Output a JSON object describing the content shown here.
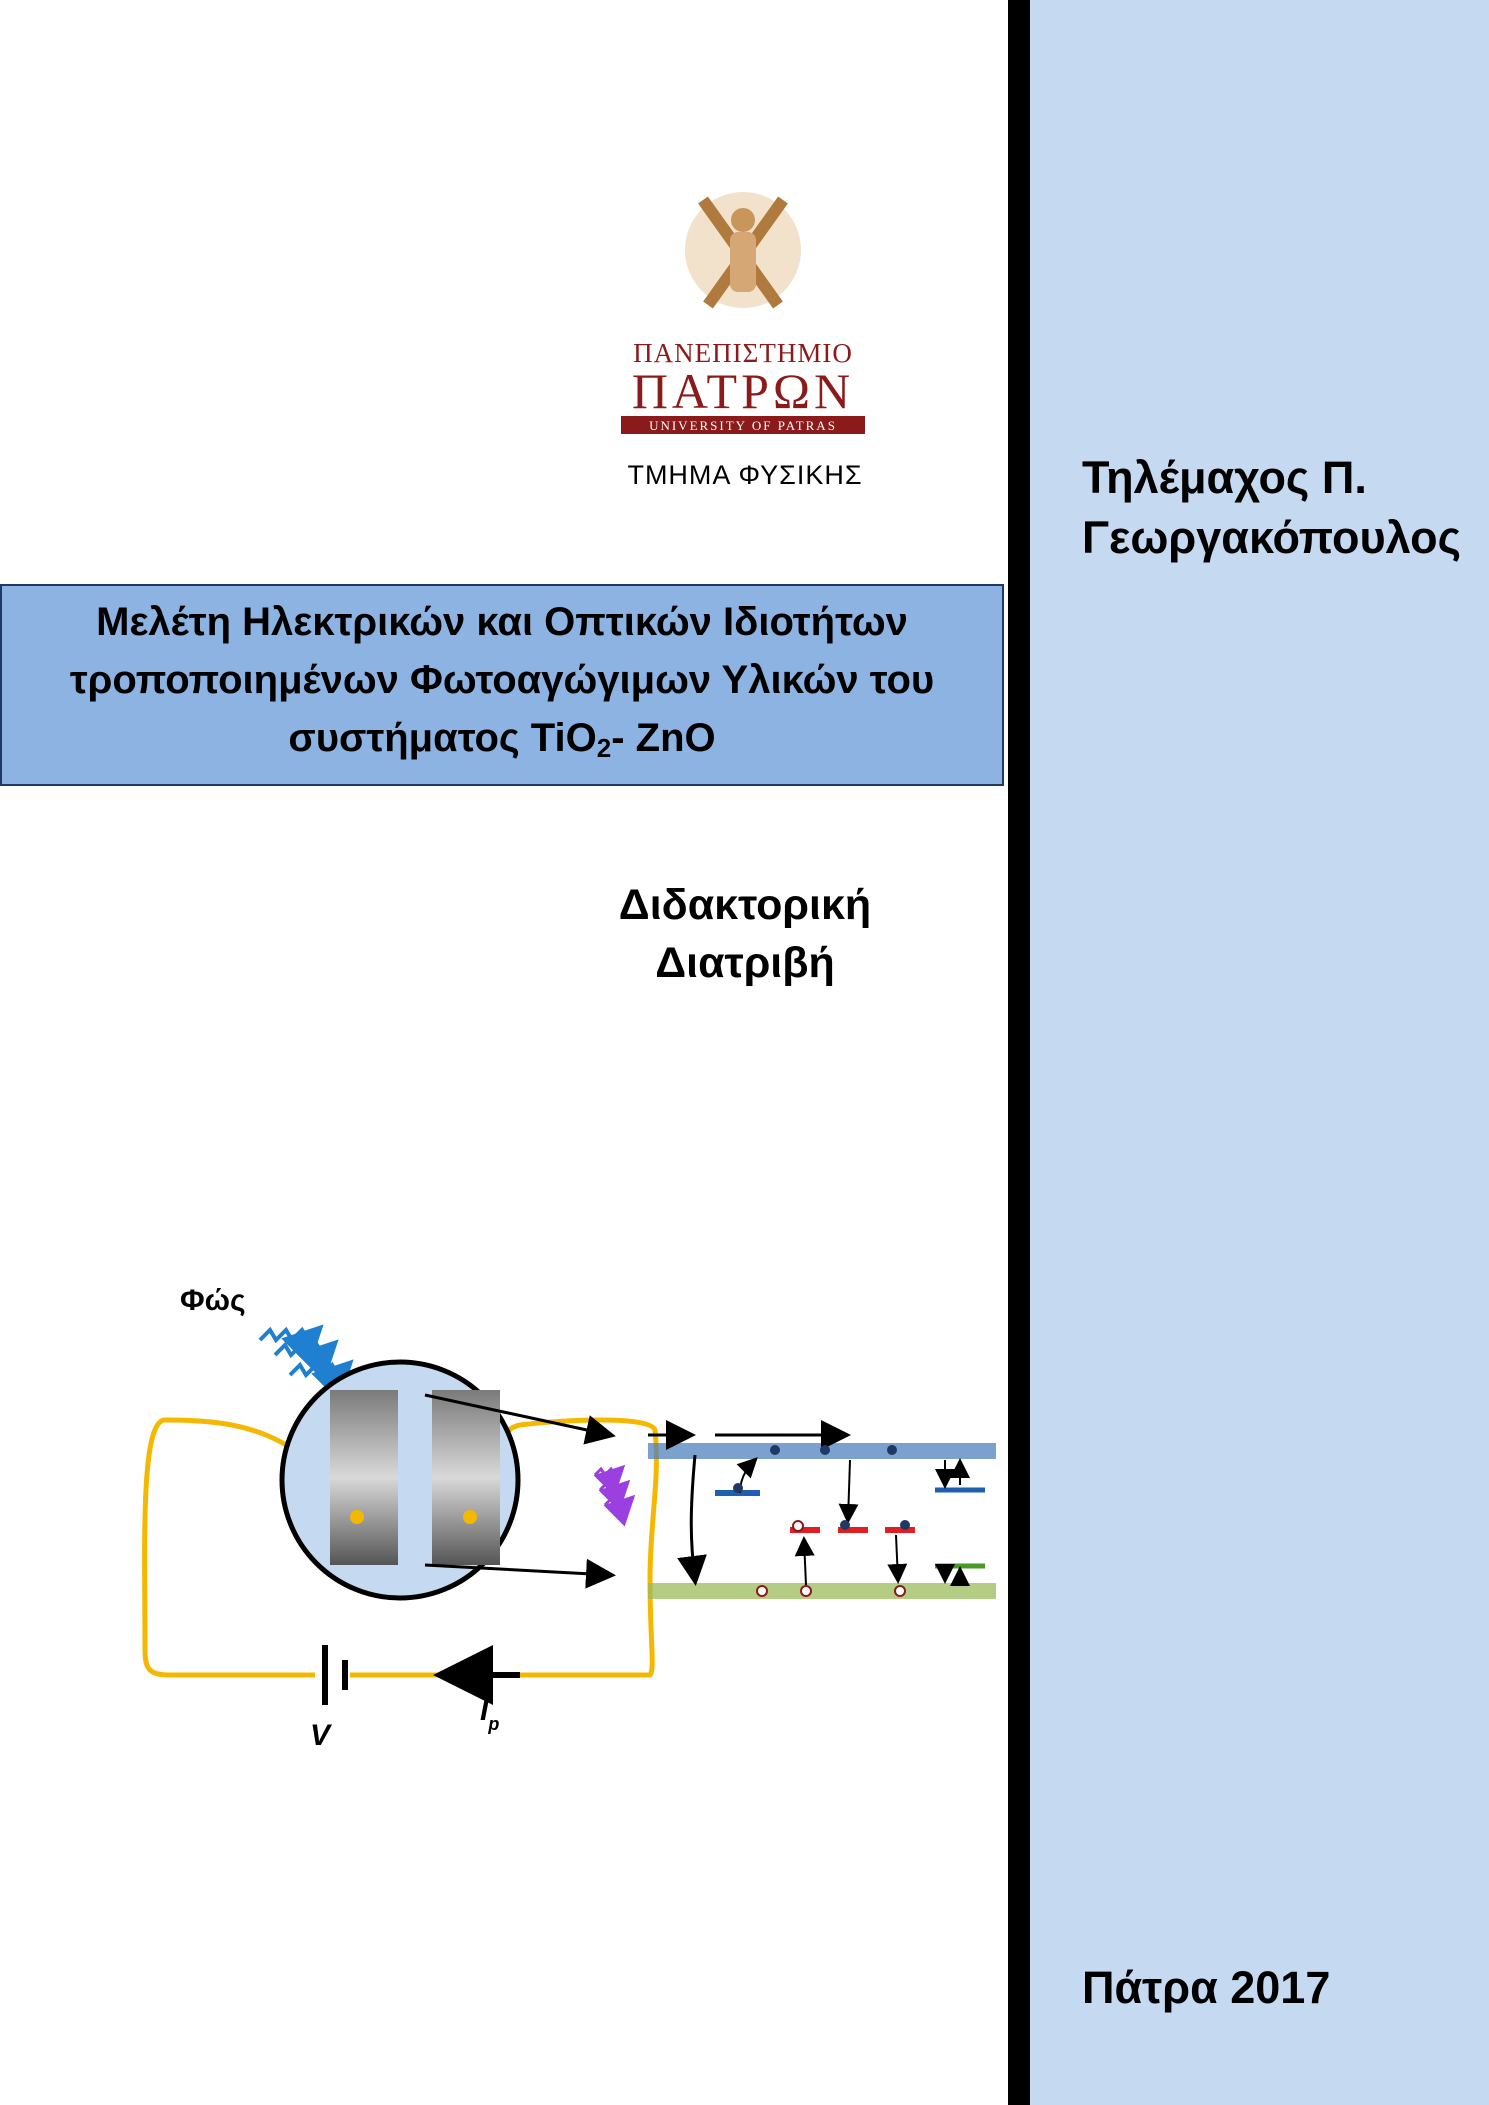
{
  "logo": {
    "line1": "ΠΑΝΕΠΙΣΤΗΜΙΟ",
    "line2": "ΠΑΤΡΩΝ",
    "line3": "UNIVERSITY OF PATRAS"
  },
  "department": "ΤΜΗΜΑ ΦΥΣΙΚΗΣ",
  "author": {
    "first": "Τηλέμαχος Π.",
    "last": "Γεωργακόπουλος"
  },
  "title": {
    "line1": "Μελέτη Ηλεκτρικών και Οπτικών Ιδιοτήτων",
    "line2": "τροποποιημένων Φωτοαγώγιμων Υλικών του",
    "line3_pre": "συστήματος TiO",
    "line3_sub": "2",
    "line3_post": "- ZnO"
  },
  "thesis": {
    "line1": "Διδακτορική",
    "line2": "Διατριβή"
  },
  "diagram": {
    "light_label": "Φώς",
    "voltage_label": "V",
    "current_label": "I",
    "current_sub": "p"
  },
  "colors": {
    "side_panel": "#c5d9f1",
    "title_box": "#8db3e2",
    "wire": "#f5b800",
    "conduction_band": "#4f81bd",
    "valence_band": "#9bbb59",
    "trap_red": "#e02020",
    "logo_red": "#8b1a1a"
  },
  "footer": {
    "city_year": "Πάτρα 2017"
  }
}
